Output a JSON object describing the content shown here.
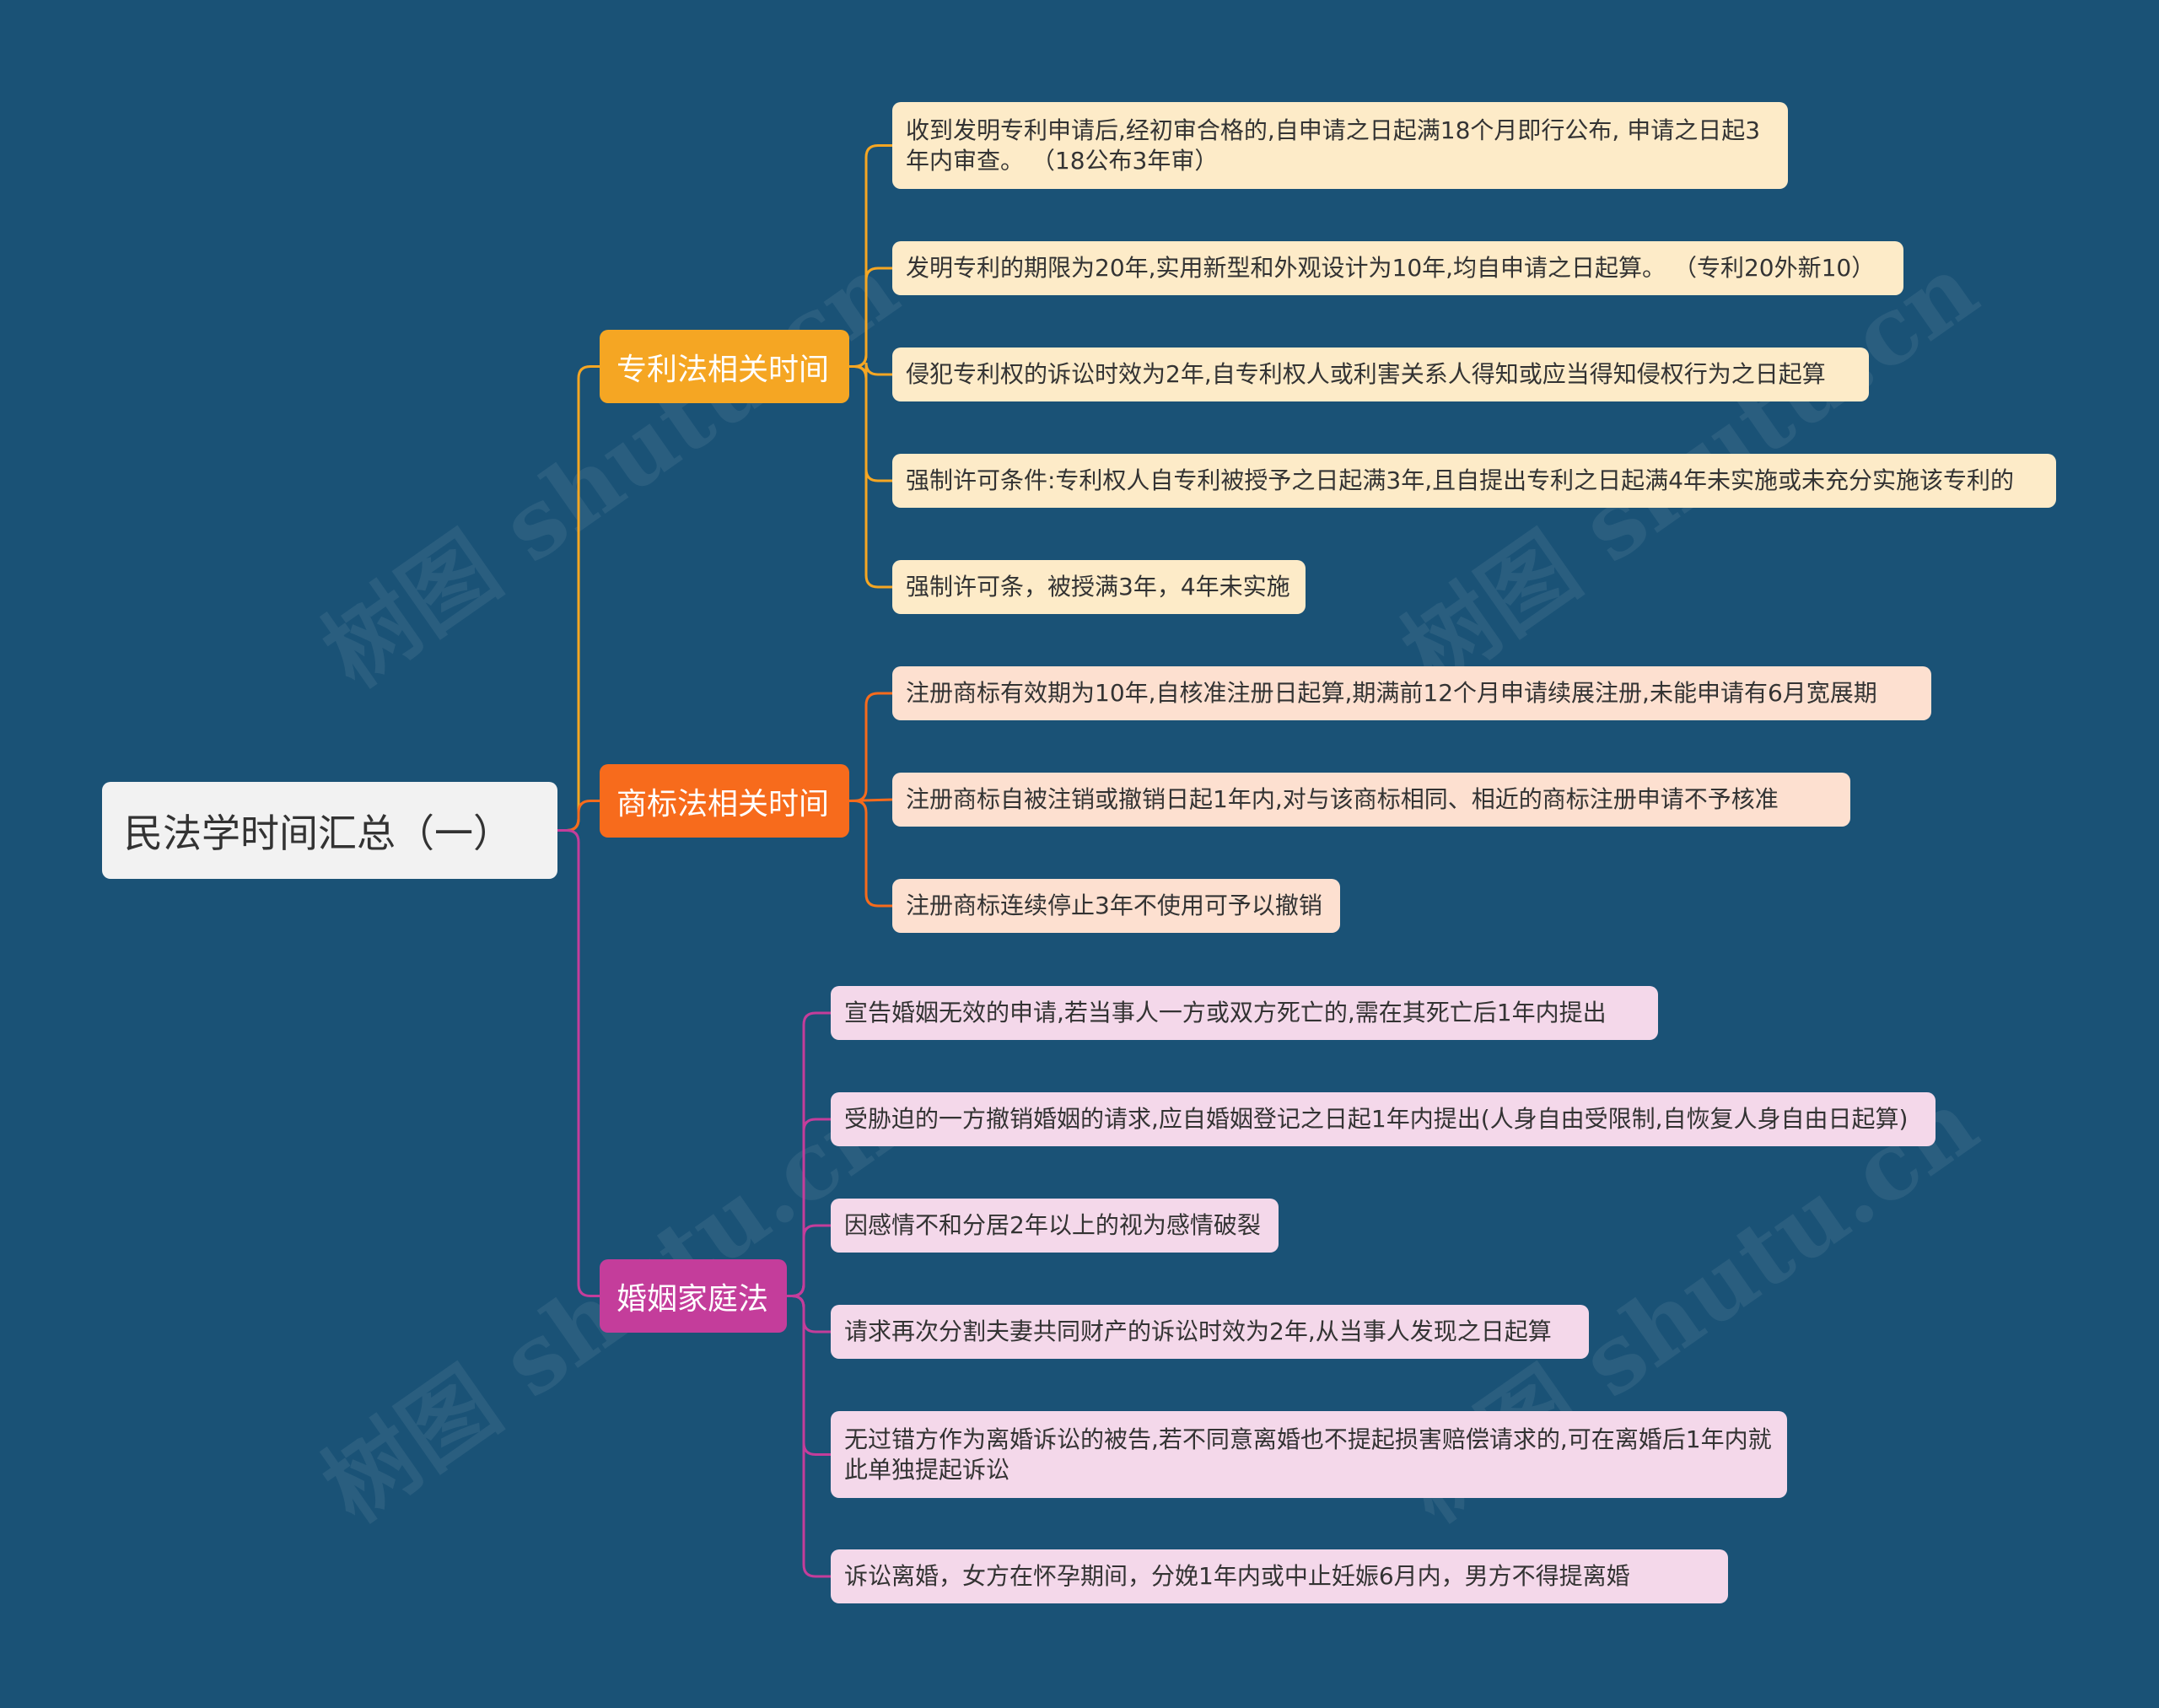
{
  "root": {
    "title": "民法学时间汇总（一）"
  },
  "colors": {
    "background": "#1a5276",
    "patent": "#f5a623",
    "trademark": "#f76b1c",
    "marriage": "#c43d9b"
  },
  "watermark": "树图 shutu.cn",
  "branches": [
    {
      "key": "patent",
      "label": "专利法相关时间",
      "items": [
        "收到发明专利申请后,经初审合格的,自申请之日起满18个月即行公布, 申请之日起3年内审查。 （18公布3年审）",
        "发明专利的期限为20年,实用新型和外观设计为10年,均自申请之日起算。 （专利20外新10）",
        "侵犯专利权的诉讼时效为2年,自专利权人或利害关系人得知或应当得知侵权行为之日起算",
        "强制许可条件:专利权人自专利被授予之日起满3年,且自提出专利之日起满4年未实施或未充分实施该专利的",
        "强制许可条，被授满3年，4年未实施"
      ]
    },
    {
      "key": "trademark",
      "label": "商标法相关时间",
      "items": [
        "注册商标有效期为10年,自核准注册日起算,期满前12个月申请续展注册,未能申请有6月宽展期",
        "注册商标自被注销或撤销日起1年内,对与该商标相同、相近的商标注册申请不予核准",
        "注册商标连续停止3年不使用可予以撤销"
      ]
    },
    {
      "key": "marriage",
      "label": "婚姻家庭法",
      "items": [
        "宣告婚姻无效的申请,若当事人一方或双方死亡的,需在其死亡后1年内提出",
        "受胁迫的一方撤销婚姻的请求,应自婚姻登记之日起1年内提出(人身自由受限制,自恢复人身自由日起算)",
        "因感情不和分居2年以上的视为感情破裂",
        "请求再次分割夫妻共同财产的诉讼时效为2年,从当事人发现之日起算",
        "无过错方作为离婚诉讼的被告,若不同意离婚也不提起损害赔偿请求的,可在离婚后1年内就此单独提起诉讼",
        "诉讼离婚，女方在怀孕期间，分娩1年内或中止妊娠6月内，男方不得提离婚"
      ]
    }
  ]
}
